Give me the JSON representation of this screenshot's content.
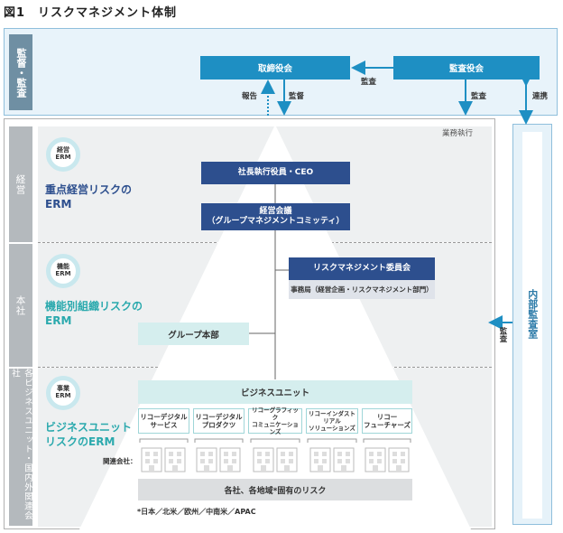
{
  "title": "図1　リスクマネジメント体制",
  "rows": {
    "audit": "監督・監査",
    "management": "経営",
    "hq": "本社",
    "bu": "各ビジネスユニット・国内外関連会社"
  },
  "top": {
    "board": "取締役会",
    "auditors": "監査役会",
    "audit_label": "監査",
    "report_label": "報告",
    "supervise_label": "監督",
    "audit_label2": "監査",
    "cooperate_label": "連携"
  },
  "business_exec": "業務執行",
  "internal_audit": "内部監査室",
  "internal_audit_arrow": "監査",
  "erm": [
    {
      "circle_top": "経営",
      "circle_bottom": "ERM",
      "line1": "重点経営リスクの",
      "line2": "ERM"
    },
    {
      "circle_top": "機能",
      "circle_bottom": "ERM",
      "line1": "機能別組織リスクの",
      "line2": "ERM"
    },
    {
      "circle_top": "事業",
      "circle_bottom": "ERM",
      "line1": "ビジネスユニット",
      "line2": "リスクのERM"
    }
  ],
  "ceo": "社長執行役員・CEO",
  "mgmt_meeting": {
    "line1": "経営会議",
    "line2": "（グループマネジメントコミッティ）"
  },
  "rm_committee": "リスクマネジメント委員会",
  "rm_secretariat": "事務局（経営企画・リスクマネジメント部門）",
  "group_hq": "グループ本部",
  "business_unit": "ビジネスユニット",
  "units": [
    {
      "l1": "リコーデジタル",
      "l2": "サービス"
    },
    {
      "l1": "リコーデジタル",
      "l2": "プロダクツ"
    },
    {
      "l1": "リコーグラフィック",
      "l2": "コミュニケーションズ"
    },
    {
      "l1": "リコーインダストリアル",
      "l2": "ソリューションズ"
    },
    {
      "l1": "リコー",
      "l2": "フューチャーズ"
    }
  ],
  "affiliates_label": "関連会社：",
  "regional_risk": "各社、各地域*固有のリスク",
  "footnote": "*日本／北米／欧州／中南米／APAC",
  "colors": {
    "accent": "#1e8fc3",
    "navy": "#2d4f8e",
    "teal": "#2aa9ad"
  }
}
